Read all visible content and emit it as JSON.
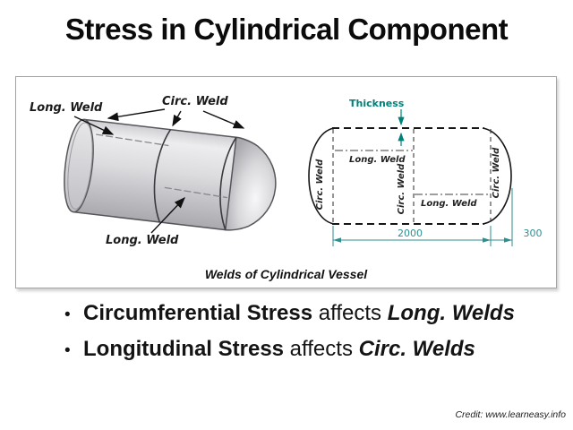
{
  "slide": {
    "title": "Stress in Cylindrical Component",
    "credit": "Credit: www.learneasy.info"
  },
  "figure": {
    "caption": "Welds of Cylindrical Vessel",
    "cylinder_3d": {
      "label_long_weld_top": "Long. Weld",
      "label_circ_weld": "Circ. Weld",
      "label_long_weld_bottom": "Long. Weld"
    },
    "vessel_2d": {
      "thickness_label": "Thickness",
      "circ_weld_left": "Circ. Weld",
      "circ_weld_center": "Circ. Weld",
      "circ_weld_right": "Circ. Weld",
      "long_weld_upper": "Long. Weld",
      "long_weld_lower": "Long. Weld",
      "dim_body_length": "2000",
      "dim_head_length": "300"
    },
    "colors": {
      "teal_accent": "#00807a",
      "dim_teal": "#2e8f8f"
    }
  },
  "bullets": [
    {
      "emphasis": "Circumferential Stress",
      "middle": " affects ",
      "target": "Long. Welds"
    },
    {
      "emphasis": "Longitudinal Stress",
      "middle": " affects ",
      "target": "Circ. Welds"
    }
  ]
}
